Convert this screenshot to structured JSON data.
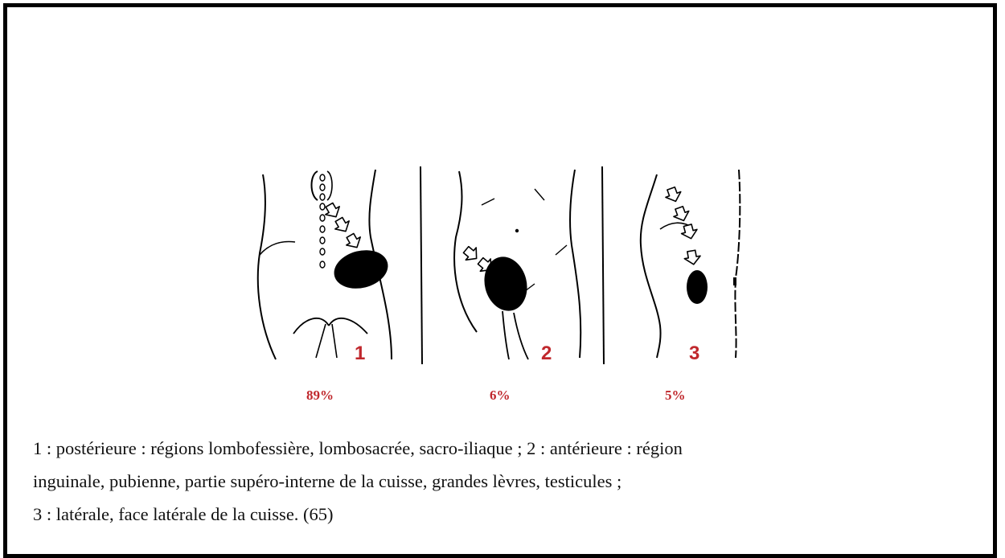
{
  "figure": {
    "panels": [
      {
        "number": "1",
        "percent": "89%"
      },
      {
        "number": "2",
        "percent": "6%"
      },
      {
        "number": "3",
        "percent": "5%"
      }
    ]
  },
  "caption": {
    "line1": " 1 : postérieure : régions lombofessière, lombosacrée, sacro-iliaque ; 2 : antérieure : région",
    "line2": "inguinale, pubienne, partie supéro-interne de la cuisse, grandes lèvres, testicules ;",
    "line3": " 3 : latérale, face latérale de la cuisse. (65)"
  },
  "colors": {
    "label_red": "#c0282d",
    "ink": "#000000"
  },
  "icons": [
    "arrow-icon",
    "abscess-blob-icon",
    "spine-vertebrae-icon"
  ]
}
